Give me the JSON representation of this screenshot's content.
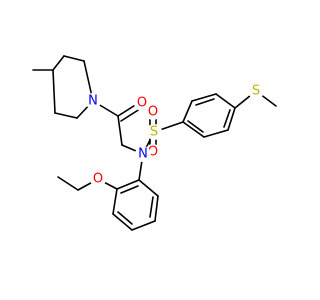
{
  "molecule": {
    "atoms": {
      "n_piperidine": {
        "label": "N",
        "color": "#0000ff"
      },
      "o_carbonyl": {
        "label": "O",
        "color": "#ff0000"
      },
      "s_sulfonyl": {
        "label": "S",
        "color": "#b8b800"
      },
      "o_sulfonyl_top": {
        "label": "O",
        "color": "#ff0000"
      },
      "o_sulfonyl_bottom": {
        "label": "O",
        "color": "#ff0000"
      },
      "n_sulfonamide": {
        "label": "N",
        "color": "#0000ff"
      },
      "o_ether": {
        "label": "O",
        "color": "#ff0000"
      },
      "s_thioether": {
        "label": "S",
        "color": "#b8b800"
      }
    },
    "bond_color": "#000000"
  }
}
